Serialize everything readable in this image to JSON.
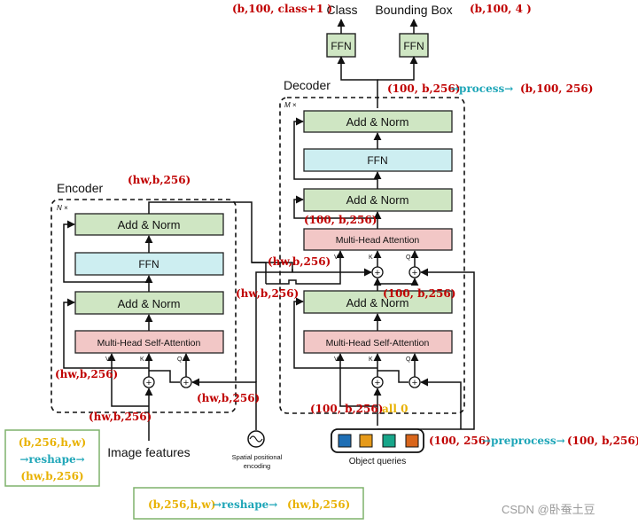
{
  "headers": {
    "class": "Class",
    "bbox": "Bounding Box",
    "decoder": "Decoder",
    "encoder": "Encoder",
    "m_times": "M ×",
    "n_times": "N ×"
  },
  "blocks": {
    "ffn": "FFN",
    "add_norm": "Add & Norm",
    "mha": "Multi-Head Attention",
    "mhsa": "Multi-Head Self-Attention",
    "v": "V",
    "k": "K",
    "q": "Q"
  },
  "inputs": {
    "image_features": "Image features",
    "pos_enc_line1": "Spatial positional",
    "pos_enc_line2": "encoding",
    "object_queries": "Object queries"
  },
  "annotations": {
    "class_shape": "(b,100, class+1 )",
    "bbox_shape": "(b,100, 4 )",
    "dec_out_a": "(100, b,256)",
    "dec_out_process": "→process→",
    "dec_out_b": "(b,100, 256)",
    "enc_out": "(hw,b,256)",
    "mha_q": "(100, b,256)",
    "mem_a": "(hw,b,256)",
    "mem_b": "(hw,b,256)",
    "dec_sa_out": "(100, b,256)",
    "enc_in_left": "(hw,b,256)",
    "enc_pos": "(hw,b,256)",
    "enc_in_bottom": "(hw,b,256)",
    "tgt_a": "(100, b,256)",
    "tgt_b": "all 0",
    "query_a": "(100, 256)",
    "query_preprocess": "→preprocess→",
    "query_b": "(100, b,256)",
    "box1_line1": "(b,256,h,w)",
    "box1_line2": "→reshape→",
    "box1_line3": "(hw,b,256)",
    "box2_a": "(b,256,h,w)",
    "box2_reshape": "→reshape→",
    "box2_b": "(hw,b,256)"
  },
  "watermark": "CSDN @卧蚕土豆",
  "colors": {
    "annotation_red": "#c00000",
    "annotation_yellow": "#e8b100",
    "annotation_teal": "#1fa6b8",
    "add_norm_fill": "#cfe6c3",
    "ffn_fill": "#cdeef1",
    "attention_fill": "#f2c7c6",
    "query_blue": "#1f6fb5",
    "query_orange": "#e69a1a",
    "query_teal": "#18a68a",
    "query_darkorange": "#d9661c",
    "reshape_box_border": "#7fb26b"
  }
}
